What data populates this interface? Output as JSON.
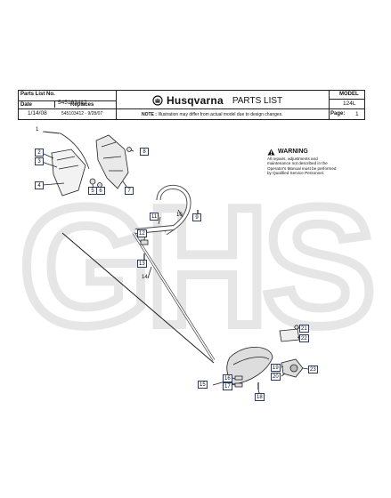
{
  "header": {
    "parts_list_no_label": "Parts List No.",
    "parts_list_no": "545103412",
    "date_label": "Date",
    "date": "1/14/08",
    "replaces_label": "Replaces",
    "replaces": "545103412 - 9/28/07",
    "brand": "Husqvarna",
    "document_type": "PARTS LIST",
    "note_label": "NOTE :",
    "note_text": "Illustration may differ from actual model due to design changes.",
    "model_label": "MODEL",
    "model": "124L",
    "page_label": "Page:",
    "page": "1"
  },
  "warning": {
    "title": "WARNING",
    "text": "All repairs, adjustments and maintenance not described in the Operator's Manual must be performed by Qualified Service Personnel."
  },
  "watermark": "GHS",
  "callouts": [
    "1",
    "2",
    "3",
    "4",
    "5",
    "6",
    "7",
    "8",
    "9",
    "10",
    "11",
    "12",
    "13",
    "14",
    "15",
    "16",
    "17",
    "18",
    "19",
    "20",
    "21",
    "22",
    "23"
  ],
  "colors": {
    "callout_border": "#2e3b5e",
    "watermark": "#e6e6e6",
    "line": "#222222"
  }
}
